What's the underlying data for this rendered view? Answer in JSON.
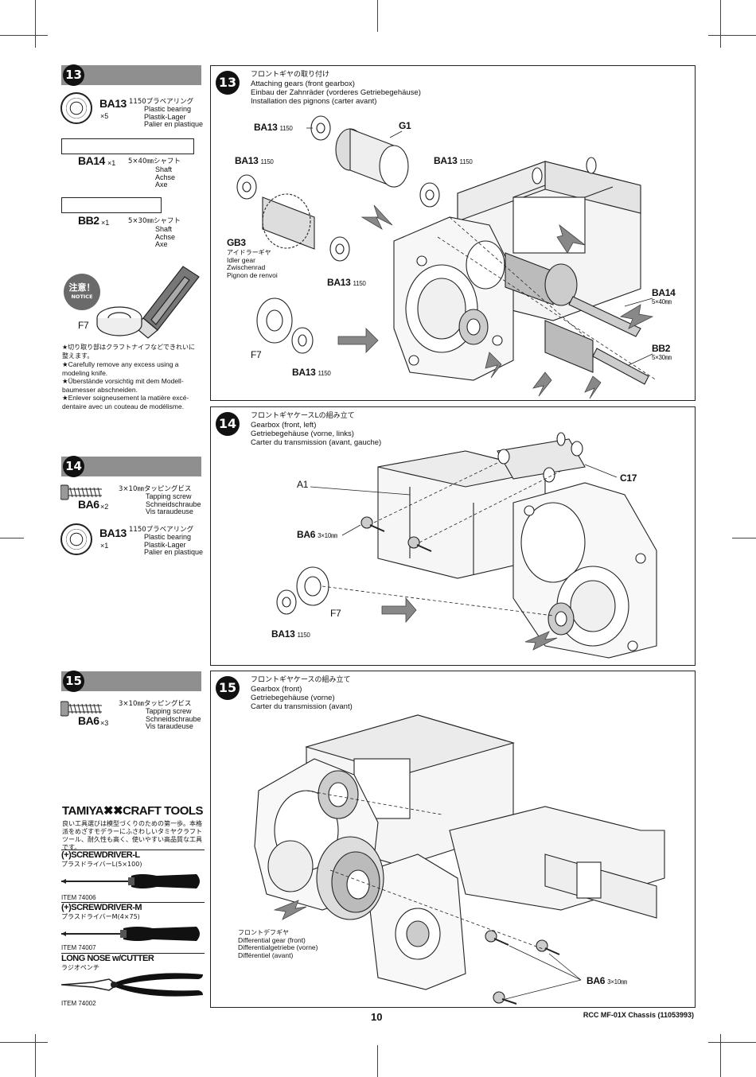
{
  "page_number": "10",
  "footer": "RCC MF-01X Chassis (11053993)",
  "left": {
    "step13": {
      "number": "13",
      "parts": [
        {
          "code": "BA13",
          "qty": "×5",
          "jp": "1150プラベアリング",
          "en": "Plastic bearing",
          "de": "Plastik-Lager",
          "fr": "Palier en plastique"
        },
        {
          "code": "BA14",
          "qty": "×1",
          "jp": "5×40㎜シャフト",
          "en": "Shaft",
          "de": "Achse",
          "fr": "Axe"
        },
        {
          "code": "BB2",
          "qty": "×1",
          "jp": "5×30㎜シャフト",
          "en": "Shaft",
          "de": "Achse",
          "fr": "Axe"
        }
      ]
    },
    "notice": {
      "badge_jp": "注意！",
      "badge_en": "NOTICE",
      "part": "F7",
      "lines": [
        "★切り取り部はクラフトナイフなどできれいに",
        "整えます。",
        "★Carefully  remove  any  excess  using  a",
        "modeling knife.",
        "★Überstände vorsichtig mit dem Modell-",
        "baumesser abschneiden.",
        "★Enlever soigneusement la matière excé-",
        "dentaire avec un couteau de modélisme."
      ]
    },
    "step14": {
      "number": "14",
      "parts": [
        {
          "code": "BA6",
          "qty": "×2",
          "jp": "3×10㎜タッピングビス",
          "en": "Tapping screw",
          "de": "Schneidschraube",
          "fr": "Vis taraudeuse"
        },
        {
          "code": "BA13",
          "qty": "×1",
          "jp": "1150プラベアリング",
          "en": "Plastic bearing",
          "de": "Plastik-Lager",
          "fr": "Palier en plastique"
        }
      ]
    },
    "step15": {
      "number": "15",
      "parts": [
        {
          "code": "BA6",
          "qty": "×3",
          "jp": "3×10㎜タッピングビス",
          "en": "Tapping screw",
          "de": "Schneidschraube",
          "fr": "Vis taraudeuse"
        }
      ]
    },
    "tools": {
      "title": "TAMIYA✖✖CRAFT TOOLS",
      "desc": "良い工具選びは模型づくりのための第一歩。本格派をめざすモデラーにふさわしいタミヤクラフトツール、耐久性も高く、使いやすい高品質な工具です。",
      "items": [
        {
          "name": "(+)SCREWDRIVER-L",
          "jp": "プラスドライバーL(5×100)",
          "item": "ITEM 74006"
        },
        {
          "name": "(+)SCREWDRIVER-M",
          "jp": "プラスドライバーM(4×75)",
          "item": "ITEM 74007"
        },
        {
          "name": "LONG NOSE w/CUTTER",
          "jp": "ラジオペンチ",
          "item": "ITEM 74002"
        }
      ]
    }
  },
  "panels": {
    "p13": {
      "number": "13",
      "titles": [
        "フロントギヤの取り付け",
        "Attaching gears (front gearbox)",
        "Einbau der Zahnräder (vorderes Getriebegehäuse)",
        "Installation des pignons (carter avant)"
      ],
      "labels": {
        "ba13_a": "BA13",
        "ba13_a_sub": "1150",
        "g1": "G1",
        "ba13_b": "BA13",
        "ba13_b_sub": "1150",
        "ba13_c": "BA13",
        "ba13_c_sub": "1150",
        "gb3": "GB3",
        "gb3_jp": "アイドラーギヤ",
        "gb3_en": "Idler gear",
        "gb3_de": "Zwischenrad",
        "gb3_fr": "Pignon de renvoi",
        "ba13_d": "BA13",
        "ba13_d_sub": "1150",
        "f7": "F7",
        "ba13_e": "BA13",
        "ba13_e_sub": "1150",
        "ba14": "BA14",
        "ba14_sub": "5×40㎜",
        "bb2": "BB2",
        "bb2_sub": "5×30㎜"
      }
    },
    "p14": {
      "number": "14",
      "titles": [
        "フロントギヤケースLの組み立て",
        "Gearbox (front, left)",
        "Getriebegehäuse (vorne, links)",
        "Carter du transmission (avant, gauche)"
      ],
      "labels": {
        "a1": "A1",
        "c17": "C17",
        "ba6": "BA6",
        "ba6_sub": "3×10㎜",
        "f7": "F7",
        "ba13": "BA13",
        "ba13_sub": "1150"
      }
    },
    "p15": {
      "number": "15",
      "titles": [
        "フロントギヤケースの組み立て",
        "Gearbox (front)",
        "Getriebegehäuse (vorne)",
        "Carter du transmission (avant)"
      ],
      "labels": {
        "diff_jp": "フロントデフギヤ",
        "diff_en": "Differential gear (front)",
        "diff_de": "Differentialgetriebe (vorne)",
        "diff_fr": "Différentiel (avant)",
        "ba6": "BA6",
        "ba6_sub": "3×10㎜"
      }
    }
  }
}
